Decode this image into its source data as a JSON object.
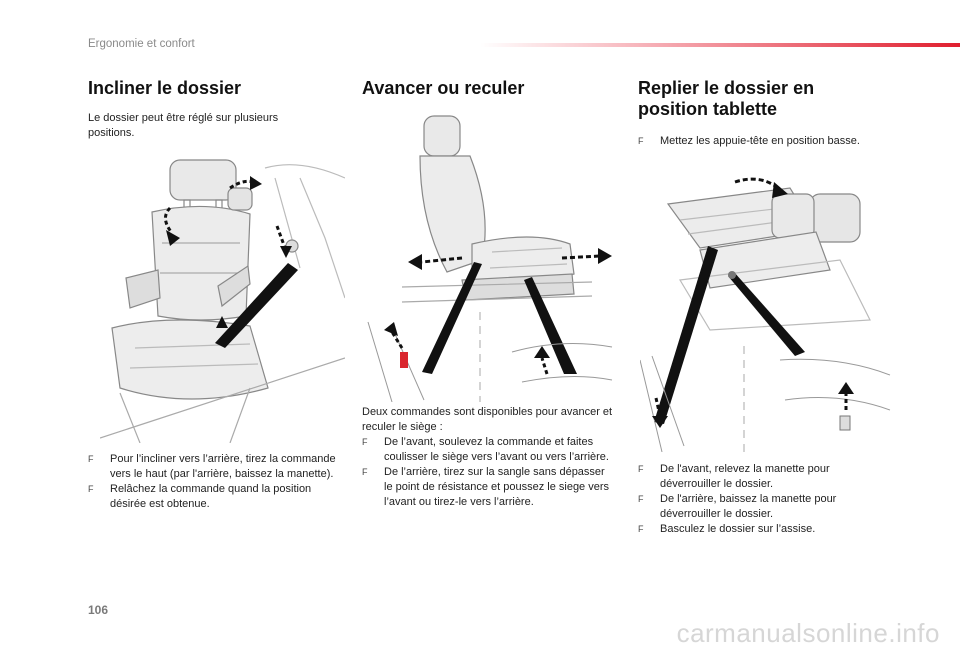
{
  "header": {
    "section_title": "Ergonomie et confort",
    "accent_color": "#e01e2e"
  },
  "page_number": "106",
  "watermark": "carmanualsonline.info",
  "col1": {
    "title": "Incliner le dossier",
    "intro": "Le dossier peut être réglé sur plusieurs positions.",
    "bullets": [
      "Pour l’incliner vers l’arrière, tirez la commande vers le haut (par l'arrière, baissez la manette).",
      "Relâchez la commande quand la position désirée est obtenue."
    ]
  },
  "col2": {
    "title": "Avancer ou reculer",
    "intro": "Deux commandes sont disponibles pour avancer et reculer le siège :",
    "bullets": [
      "De l’avant, soulevez la commande et faites coulisser le siège vers l’avant ou vers l’arrière.",
      "De l’arrière, tirez sur la sangle sans dépasser le point de résistance et poussez le siege vers l’avant ou tirez-le vers l’arrière."
    ]
  },
  "col3": {
    "title_line1": "Replier le dossier en",
    "title_line2": "position tablette",
    "top_bullet": "Mettez les appuie-tête en position basse.",
    "bullets": [
      "De l'avant, relevez la manette pour déverrouiller le dossier.",
      "De l'arrière, baissez la manette pour déverrouiller le dossier.",
      "Basculez le dossier sur l’assise."
    ]
  },
  "bullet_glyph": "F"
}
